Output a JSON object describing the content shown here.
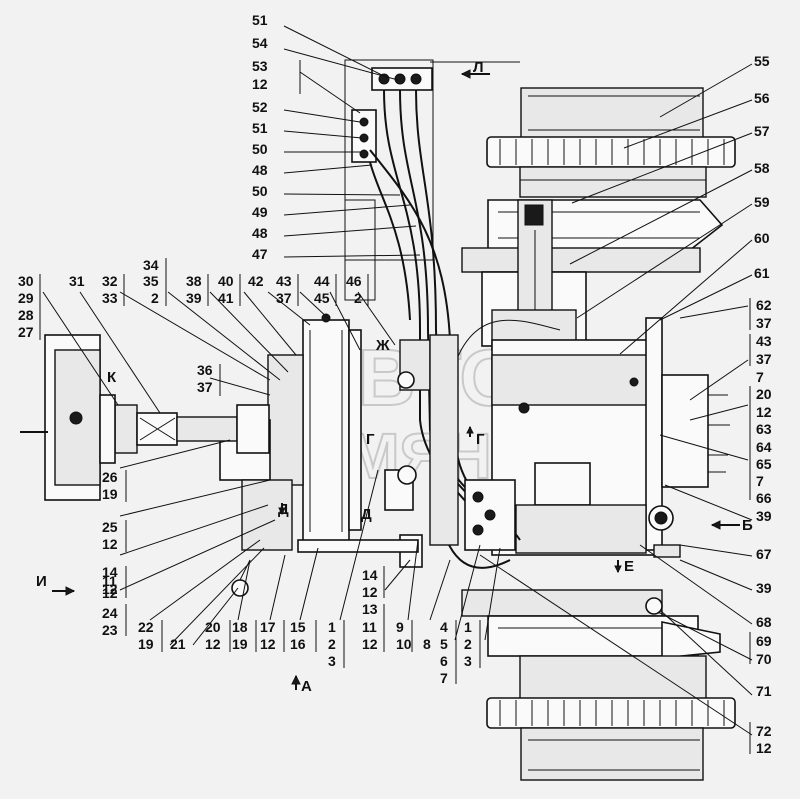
{
  "watermark": [
    "АВТО",
    "АМЯНО"
  ],
  "view_marks": {
    "L": "Л",
    "K": "К",
    "ZH": "Ж",
    "G1": "Г",
    "G2": "Г",
    "D1": "Д",
    "D2": "Д",
    "B": "Б",
    "E": "Е",
    "I": "И",
    "A": "А"
  },
  "callouts": {
    "c51a": "51",
    "c54": "54",
    "c53": "53",
    "c12a": "12",
    "c52": "52",
    "c51b": "51",
    "c50a": "50",
    "c48a": "48",
    "c50b": "50",
    "c49": "49",
    "c48b": "48",
    "c47": "47",
    "c55": "55",
    "c56": "56",
    "c57": "57",
    "c58": "58",
    "c59": "59",
    "c60": "60",
    "c61": "61",
    "c62": "62",
    "c37a": "37",
    "c43a": "43",
    "c37b": "37",
    "c7a": "7",
    "c20a": "20",
    "c12b": "12",
    "c63": "63",
    "c64": "64",
    "c65": "65",
    "c7b": "7",
    "c66": "66",
    "c39a": "39",
    "c67": "67",
    "c39b": "39",
    "c68": "68",
    "c69": "69",
    "c70": "70",
    "c71": "71",
    "c72": "72",
    "c12c": "12",
    "c30": "30",
    "c29": "29",
    "c28": "28",
    "c27": "27",
    "c31": "31",
    "c32": "32",
    "c33": "33",
    "c34": "34",
    "c35": "35",
    "c2a": "2",
    "c38": "38",
    "c39c": "39",
    "c40": "40",
    "c41": "41",
    "c42": "42",
    "c43b": "43",
    "c37c": "37",
    "c44": "44",
    "c45": "45",
    "c46": "46",
    "c2b": "2",
    "c36": "36",
    "c37d": "37",
    "c26": "26",
    "c19a": "19",
    "c25": "25",
    "c12d": "12",
    "c14a": "14",
    "c12e": "12",
    "c11a": "11",
    "c12f": "12",
    "c24": "24",
    "c23": "23",
    "c22": "22",
    "c19b": "19",
    "c21": "21",
    "c20b": "20",
    "c12g": "12",
    "c18": "18",
    "c19c": "19",
    "c17": "17",
    "c12h": "12",
    "c15": "15",
    "c16": "16",
    "c1a": "1",
    "c2c": "2",
    "c3a": "3",
    "c14b": "14",
    "c12i": "12",
    "c13": "13",
    "c11b": "11",
    "c12j": "12",
    "c9": "9",
    "c10": "10",
    "c8": "8",
    "c4": "4",
    "c5": "5",
    "c6": "6",
    "c7c": "7",
    "c1b": "1",
    "c2d": "2",
    "c3b": "3"
  }
}
